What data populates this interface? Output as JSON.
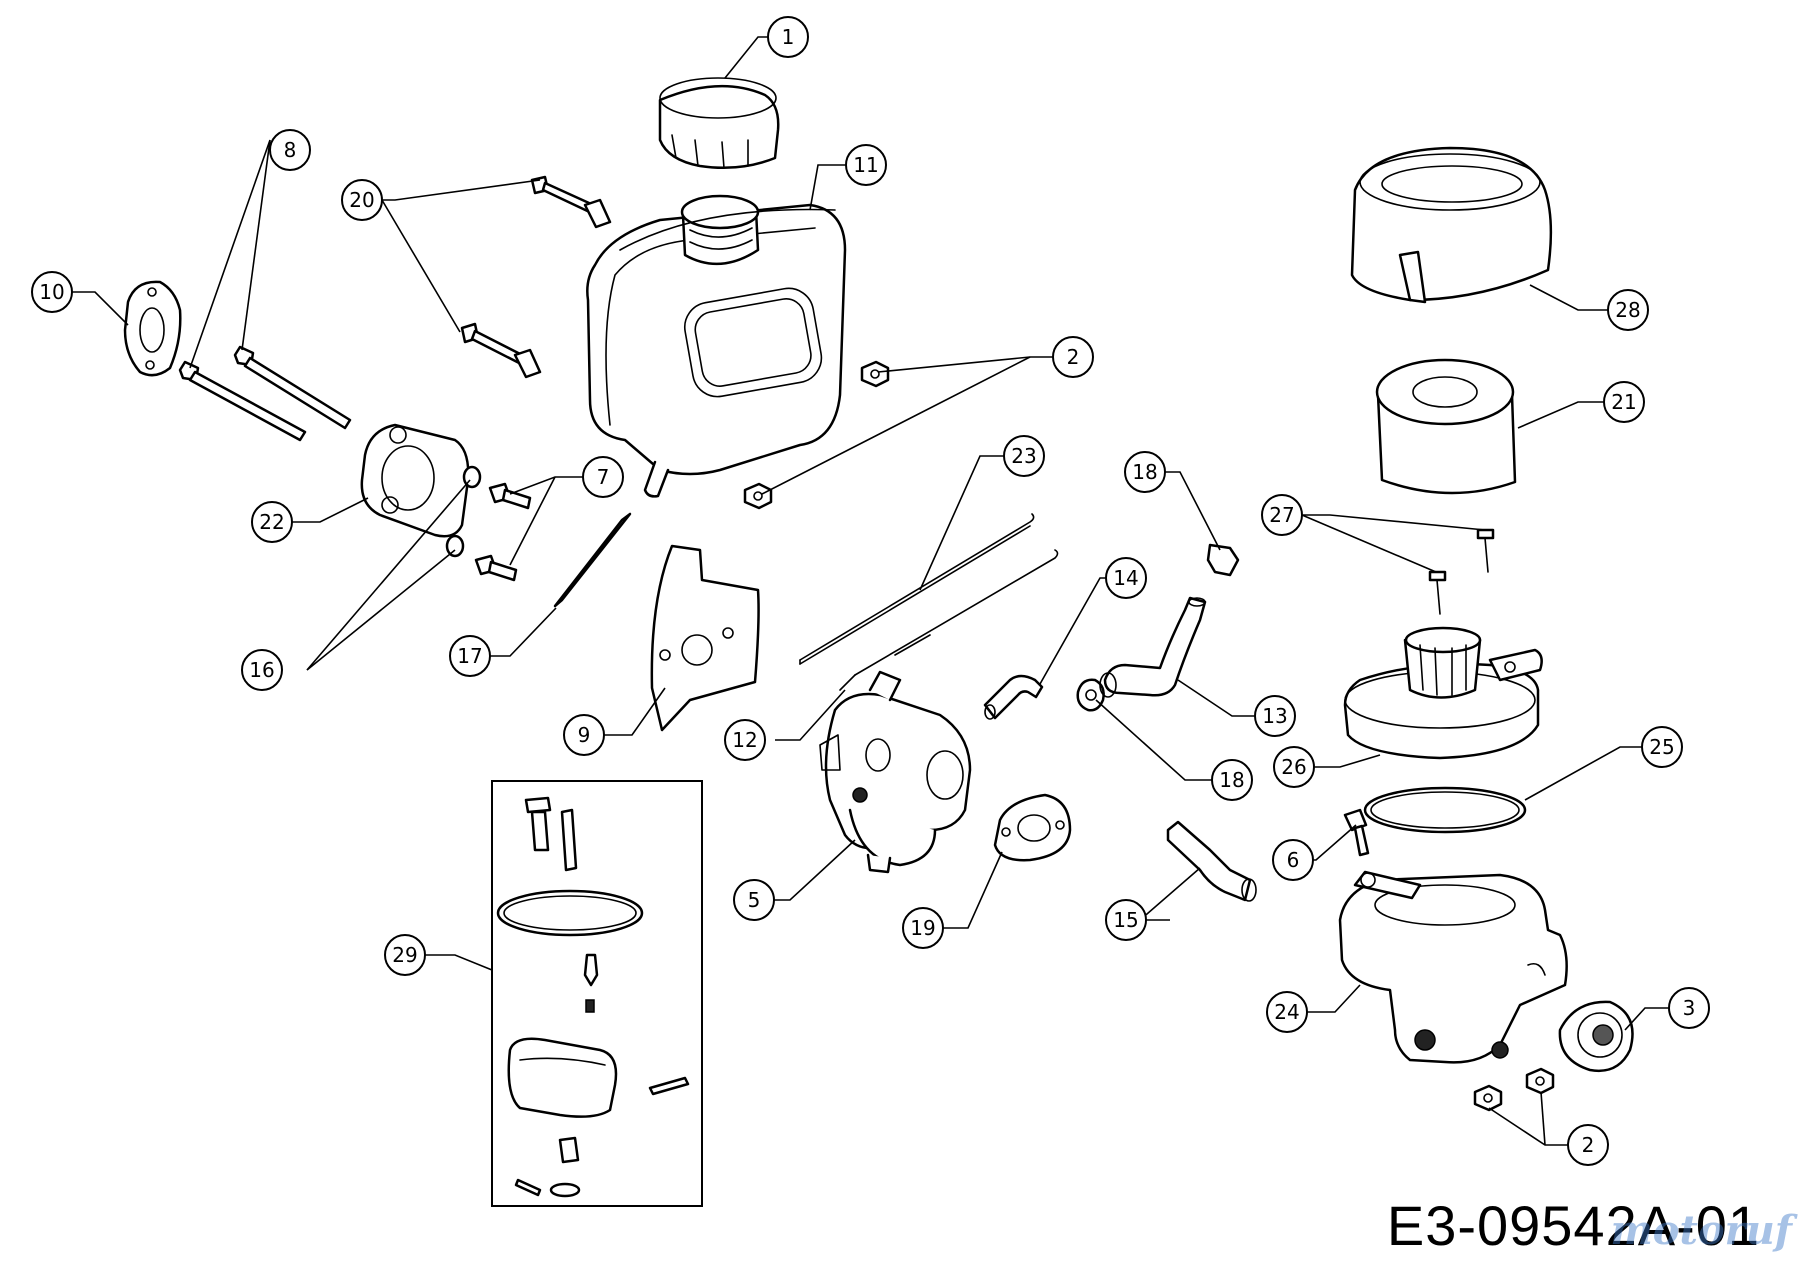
{
  "diagram": {
    "code": "E3-09542A-01",
    "watermark": "motoruf"
  },
  "callouts": [
    {
      "id": "c1",
      "label": "1"
    },
    {
      "id": "c2a",
      "label": "2"
    },
    {
      "id": "c2b",
      "label": "2"
    },
    {
      "id": "c3",
      "label": "3"
    },
    {
      "id": "c5",
      "label": "5"
    },
    {
      "id": "c6",
      "label": "6"
    },
    {
      "id": "c7",
      "label": "7"
    },
    {
      "id": "c8",
      "label": "8"
    },
    {
      "id": "c9",
      "label": "9"
    },
    {
      "id": "c10",
      "label": "10"
    },
    {
      "id": "c11",
      "label": "11"
    },
    {
      "id": "c12",
      "label": "12"
    },
    {
      "id": "c13",
      "label": "13"
    },
    {
      "id": "c14",
      "label": "14"
    },
    {
      "id": "c15",
      "label": "15"
    },
    {
      "id": "c16",
      "label": "16"
    },
    {
      "id": "c17",
      "label": "17"
    },
    {
      "id": "c18a",
      "label": "18"
    },
    {
      "id": "c18b",
      "label": "18"
    },
    {
      "id": "c19",
      "label": "19"
    },
    {
      "id": "c20",
      "label": "20"
    },
    {
      "id": "c21",
      "label": "21"
    },
    {
      "id": "c22",
      "label": "22"
    },
    {
      "id": "c23",
      "label": "23"
    },
    {
      "id": "c24",
      "label": "24"
    },
    {
      "id": "c25",
      "label": "25"
    },
    {
      "id": "c26",
      "label": "26"
    },
    {
      "id": "c27",
      "label": "27"
    },
    {
      "id": "c28",
      "label": "28"
    },
    {
      "id": "c29",
      "label": "29"
    }
  ]
}
